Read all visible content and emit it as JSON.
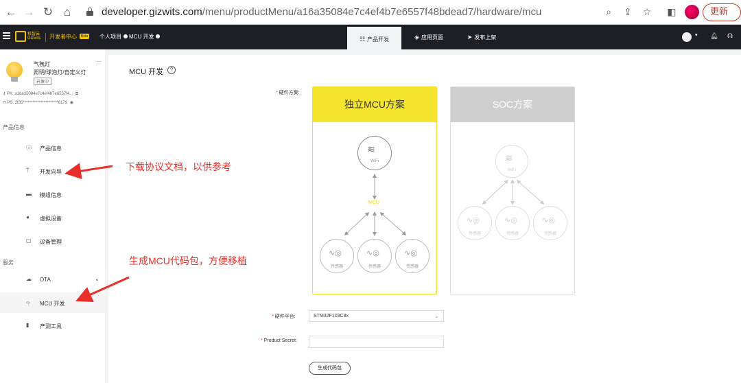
{
  "browser": {
    "url_host": "developer.gizwits.com",
    "url_path": "/menu/productMenu/a16a35084e7c4ef4b7e6557f48bdead7/hardware/mcu",
    "update_label": "更新",
    "icons": [
      "back-icon",
      "forward-icon",
      "reload-icon",
      "home-icon",
      "lock-icon",
      "zoom-icon",
      "share-icon",
      "star-icon",
      "extension-icon",
      "profile-avatar"
    ]
  },
  "topnav": {
    "logo_text_cn": "机智云",
    "logo_text_en": "Gizwits",
    "dev_center": "开发者中心",
    "beta": "Beta",
    "crumb_1": "个人项目",
    "crumb_2": "MCU 开发",
    "tabs": [
      {
        "label": "产品开发",
        "icon": "sliders-icon",
        "active": true
      },
      {
        "label": "应用页面",
        "icon": "diamond-icon",
        "active": false
      },
      {
        "label": "发布上架",
        "icon": "send-icon",
        "active": false
      }
    ]
  },
  "sidebar": {
    "product_name": "气氛灯",
    "product_type": "照明/球泡灯/自定义灯",
    "status": "开发中",
    "more": "···",
    "pk_label": "PK:",
    "pk_value": "a16a35084e7c4ef4b7e6557f4...",
    "ps_label": "PS:",
    "ps_value": "2f35**********************8179",
    "section_product": "产品信息",
    "section_service": "服务",
    "items": [
      {
        "label": "产品信息",
        "icon": "info-icon",
        "active": false
      },
      {
        "label": "开发向导",
        "icon": "signpost-icon",
        "active": false
      },
      {
        "label": "模组信息",
        "icon": "module-icon",
        "active": false
      },
      {
        "label": "虚拟设备",
        "icon": "globe-icon",
        "active": false
      },
      {
        "label": "设备管理",
        "icon": "device-icon",
        "active": false
      },
      {
        "label": "OTA",
        "icon": "cloud-icon",
        "active": false
      },
      {
        "label": "MCU 开发",
        "icon": "code-icon",
        "active": true
      },
      {
        "label": "产测工具",
        "icon": "tool-icon",
        "active": false
      }
    ]
  },
  "main": {
    "title": "MCU 开发",
    "hardware_scheme_label": "硬件方案:",
    "card_mcu_title": "独立MCU方案",
    "card_soc_title": "SOC方案",
    "wifi_label": "WiFi",
    "mcu_label": "MCU",
    "sensor_label": "传感器",
    "platform_label": "硬件平台:",
    "platform_value": "STM32F103C8x",
    "secret_label": "Product Secret:",
    "secret_value": "",
    "generate_label": "生成代码包"
  },
  "annotations": {
    "note_1": "下载协议文档，以供参考",
    "note_2": "生成MCU代码包，方便移植",
    "arrow_color": "#e8302a"
  },
  "colors": {
    "accent_yellow": "#f5e52d",
    "nav_dark": "#1e1f24",
    "required": "#e33333"
  }
}
